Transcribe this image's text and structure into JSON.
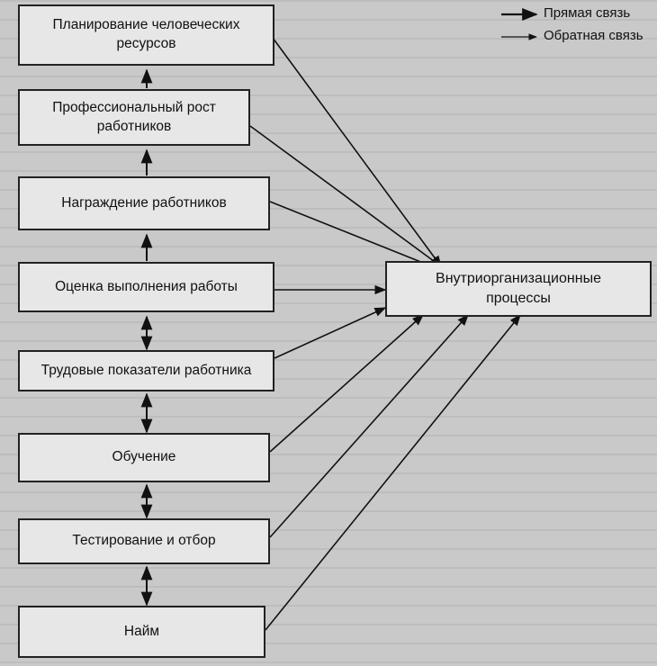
{
  "boxes": {
    "planning": [
      "Планирование человеческих",
      "ресурсов"
    ],
    "growth": [
      "Профессиональный рост",
      "работников"
    ],
    "reward": "Награждение работников",
    "appraisal": "Оценка выполнения работы",
    "performance": "Трудовые показатели работника",
    "training": "Обучение",
    "selection": "Тестирование и отбор",
    "hiring": "Найм",
    "internal": [
      "Внутриорганизационные",
      "процессы"
    ]
  },
  "legend": {
    "direct": "Прямая связь",
    "feedback": "Обратная связь"
  }
}
